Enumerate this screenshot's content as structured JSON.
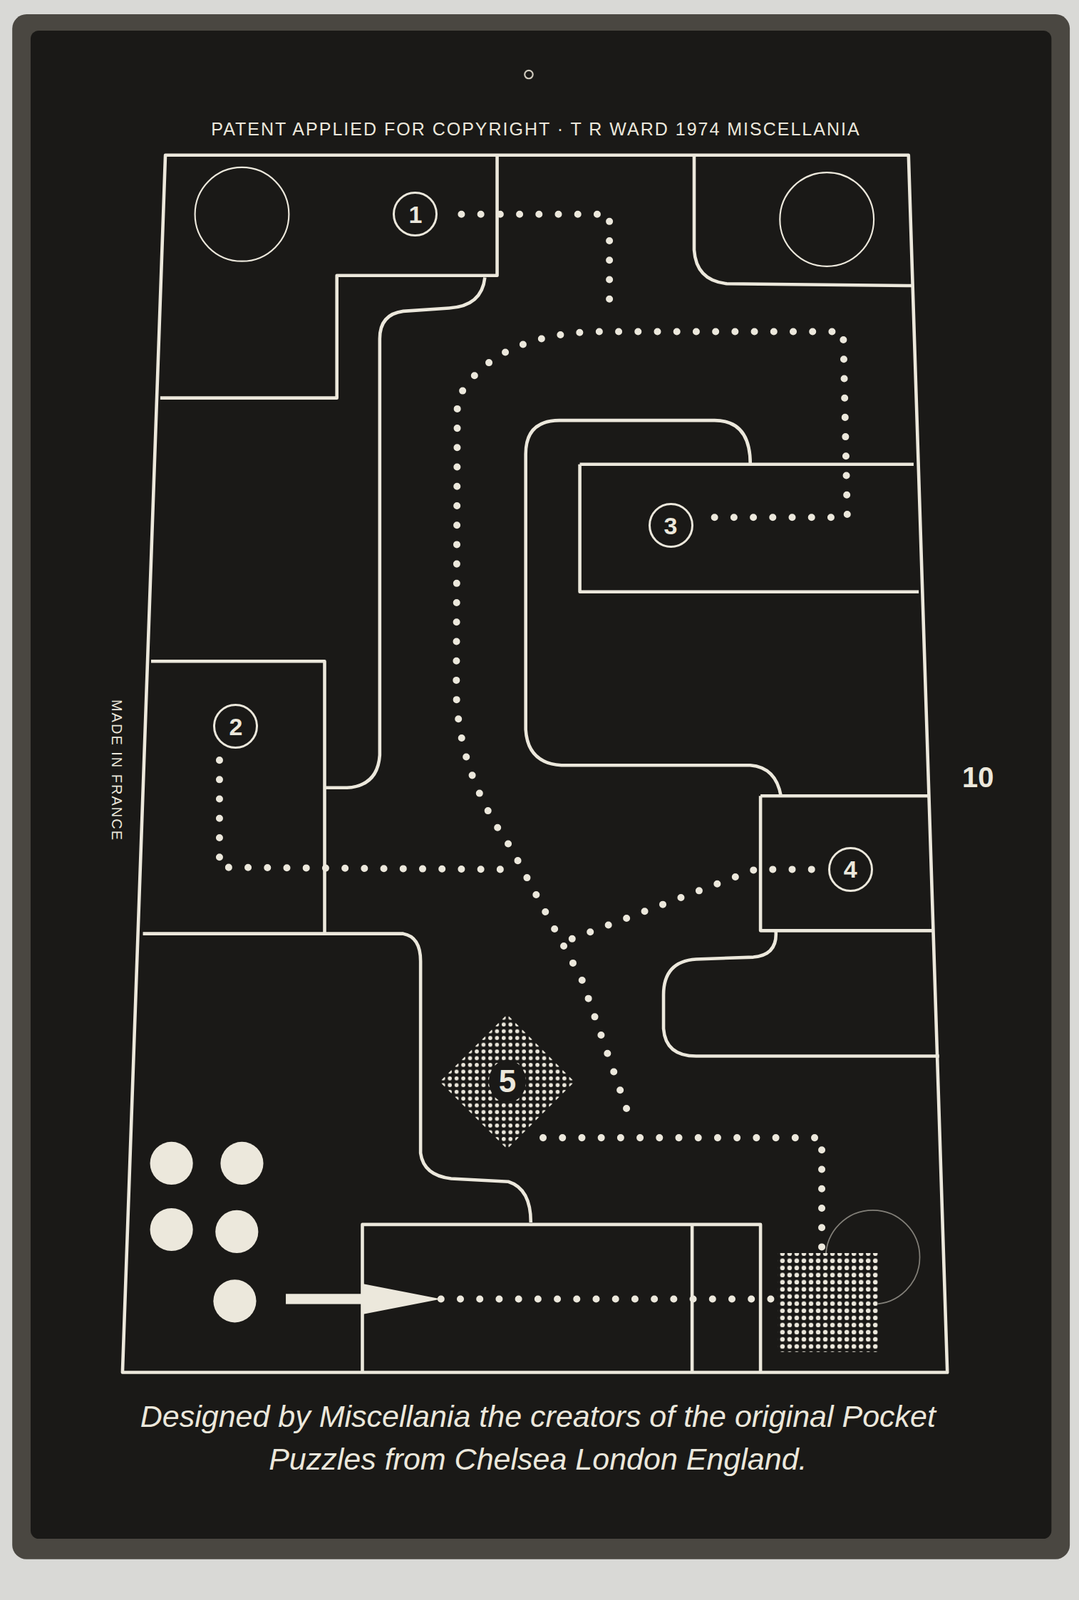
{
  "diagram": {
    "caption": "Designed by Miscellania the creators of the original Pocket Puzzles from Chelsea London England.",
    "nodes": [
      {
        "text": [
          "1"
        ]
      },
      {
        "text": [
          "3"
        ]
      },
      {
        "text": [
          "2"
        ]
      },
      {
        "text": [
          "4"
        ]
      },
      {
        "text": [
          "5"
        ]
      }
    ],
    "labels": [
      "PATENT APPLIED FOR COPYRIGHT · T R WARD 1974 MISCELLANIA",
      "MADE IN FRANCE",
      "10"
    ]
  }
}
